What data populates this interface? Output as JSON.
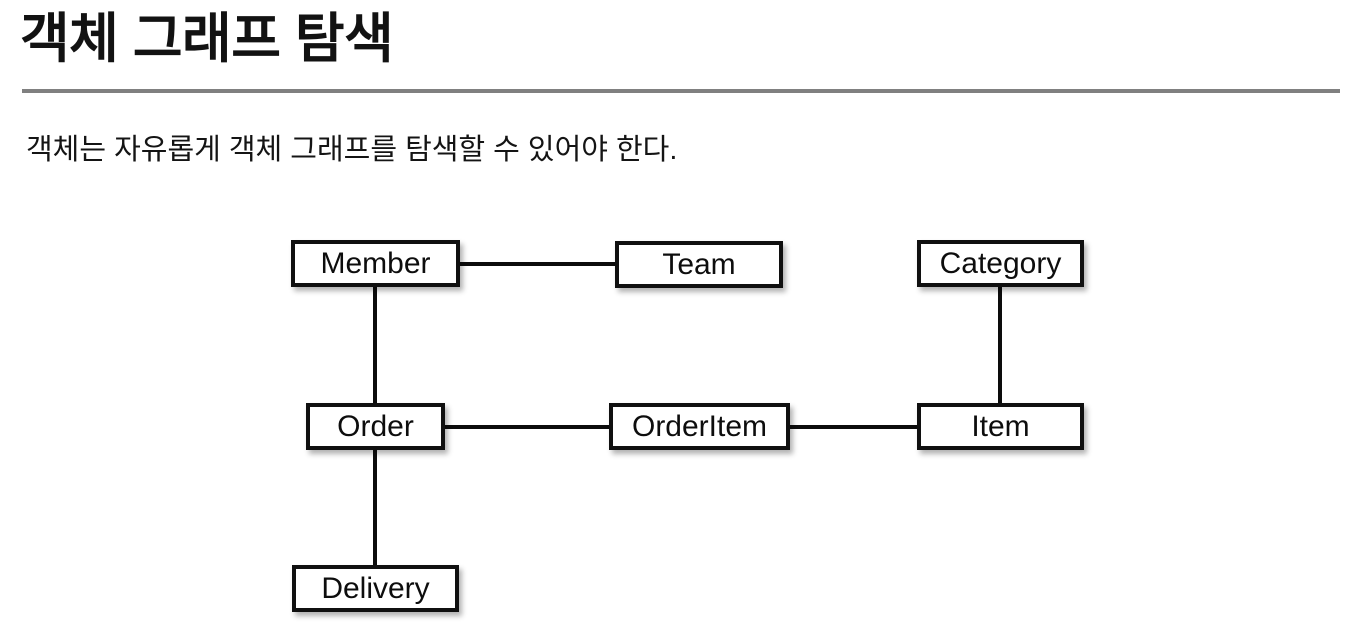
{
  "header": {
    "title": "객체 그래프 탐색",
    "rule_color": "#808080"
  },
  "body": {
    "subtitle": "객체는 자유롭게 객체 그래프를 탐색할 수 있어야 한다."
  },
  "diagram": {
    "type": "entity-relationship",
    "node_border_color": "#101010",
    "node_fill_color": "#ffffff",
    "edge_color": "#0c0c0c",
    "nodes": [
      {
        "id": "member",
        "label": "Member"
      },
      {
        "id": "team",
        "label": "Team"
      },
      {
        "id": "category",
        "label": "Category"
      },
      {
        "id": "order",
        "label": "Order"
      },
      {
        "id": "orderitem",
        "label": "OrderItem"
      },
      {
        "id": "item",
        "label": "Item"
      },
      {
        "id": "delivery",
        "label": "Delivery"
      }
    ],
    "edges": [
      {
        "from": "member",
        "to": "team",
        "orientation": "horizontal"
      },
      {
        "from": "member",
        "to": "order",
        "orientation": "vertical"
      },
      {
        "from": "order",
        "to": "orderitem",
        "orientation": "horizontal"
      },
      {
        "from": "orderitem",
        "to": "item",
        "orientation": "horizontal"
      },
      {
        "from": "category",
        "to": "item",
        "orientation": "vertical"
      },
      {
        "from": "order",
        "to": "delivery",
        "orientation": "vertical"
      }
    ]
  }
}
